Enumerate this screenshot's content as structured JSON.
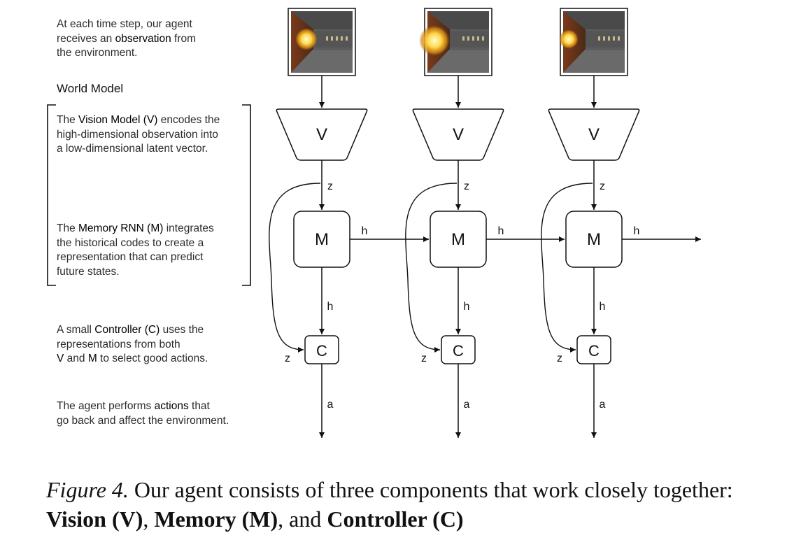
{
  "annotations": {
    "observation": [
      "At each time step, our agent",
      "receives an ",
      "observation",
      " from",
      "the environment."
    ],
    "world_model_heading": "World Model",
    "vision": [
      "The ",
      "Vision Model (V)",
      " encodes the",
      "high-dimensional observation into",
      "a low-dimensional latent vector."
    ],
    "memory": [
      "The ",
      "Memory RNN (M)",
      " integrates",
      "the historical codes to create a",
      "representation that can predict",
      "future states."
    ],
    "controller": [
      "A small ",
      "Controller (C)",
      " uses the",
      "representations from both",
      "V",
      " and ",
      "M",
      " to select good actions."
    ],
    "actions": [
      "The agent performs ",
      "actions",
      " that",
      "go back and affect the environment."
    ]
  },
  "diagram": {
    "columns": 3,
    "nodes": {
      "vision": "V",
      "memory": "M",
      "controller": "C"
    },
    "edge_labels": {
      "latent": "z",
      "hidden": "h",
      "action": "a"
    }
  },
  "caption": {
    "figure_label": "Figure 4.",
    "text_before": " Our agent consists of three components that work closely together: ",
    "vision": "Vision (V)",
    "sep1": ", ",
    "memory": "Memory (M)",
    "sep2": ", and ",
    "controller": "Controller (C)"
  }
}
